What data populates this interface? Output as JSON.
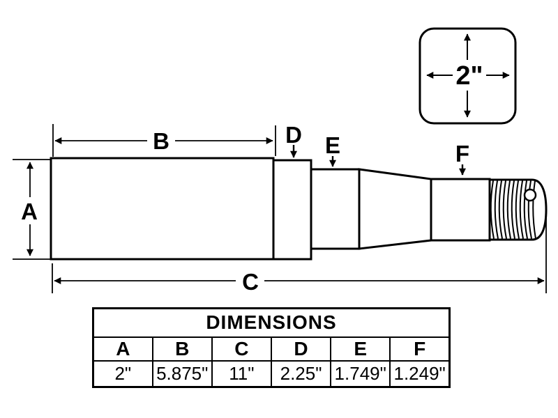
{
  "diagram": {
    "detail": {
      "label": "2\""
    },
    "labels": {
      "a": "A",
      "b": "B",
      "c": "C",
      "d": "D",
      "e": "E",
      "f": "F"
    }
  },
  "table": {
    "title": "DIMENSIONS",
    "columns": [
      "A",
      "B",
      "C",
      "D",
      "E",
      "F"
    ],
    "values": [
      "2\"",
      "5.875\"",
      "11\"",
      "2.25\"",
      "1.749\"",
      "1.249\""
    ]
  },
  "colors": {
    "line": "#000000",
    "background": "#ffffff"
  }
}
